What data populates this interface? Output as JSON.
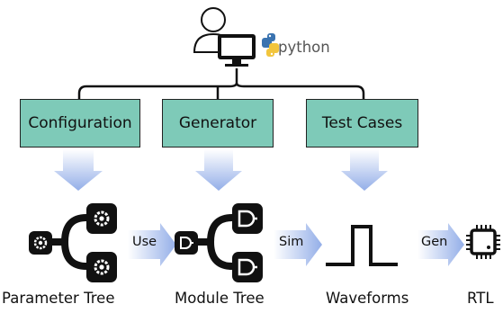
{
  "top": {
    "user_icon": "user-at-computer-icon",
    "python_icon": "python-logo-icon",
    "python_label": "python"
  },
  "boxes": [
    {
      "label": "Configuration"
    },
    {
      "label": "Generator"
    },
    {
      "label": "Test Cases"
    }
  ],
  "arrows": [
    {
      "label": "Use"
    },
    {
      "label": "Sim"
    },
    {
      "label": "Gen"
    }
  ],
  "outputs": [
    {
      "label": "Parameter Tree",
      "icon": "gear-tree-icon"
    },
    {
      "label": "Module Tree",
      "icon": "gate-tree-icon"
    },
    {
      "label": "Waveforms",
      "icon": "pulse-waveform-icon"
    },
    {
      "label": "RTL",
      "icon": "chip-icon"
    }
  ],
  "colors": {
    "box_fill": "#7ecab8",
    "flow_arrow": "#9fb8e8",
    "python_blue": "#3a73b0",
    "python_yellow": "#f2c53d"
  }
}
